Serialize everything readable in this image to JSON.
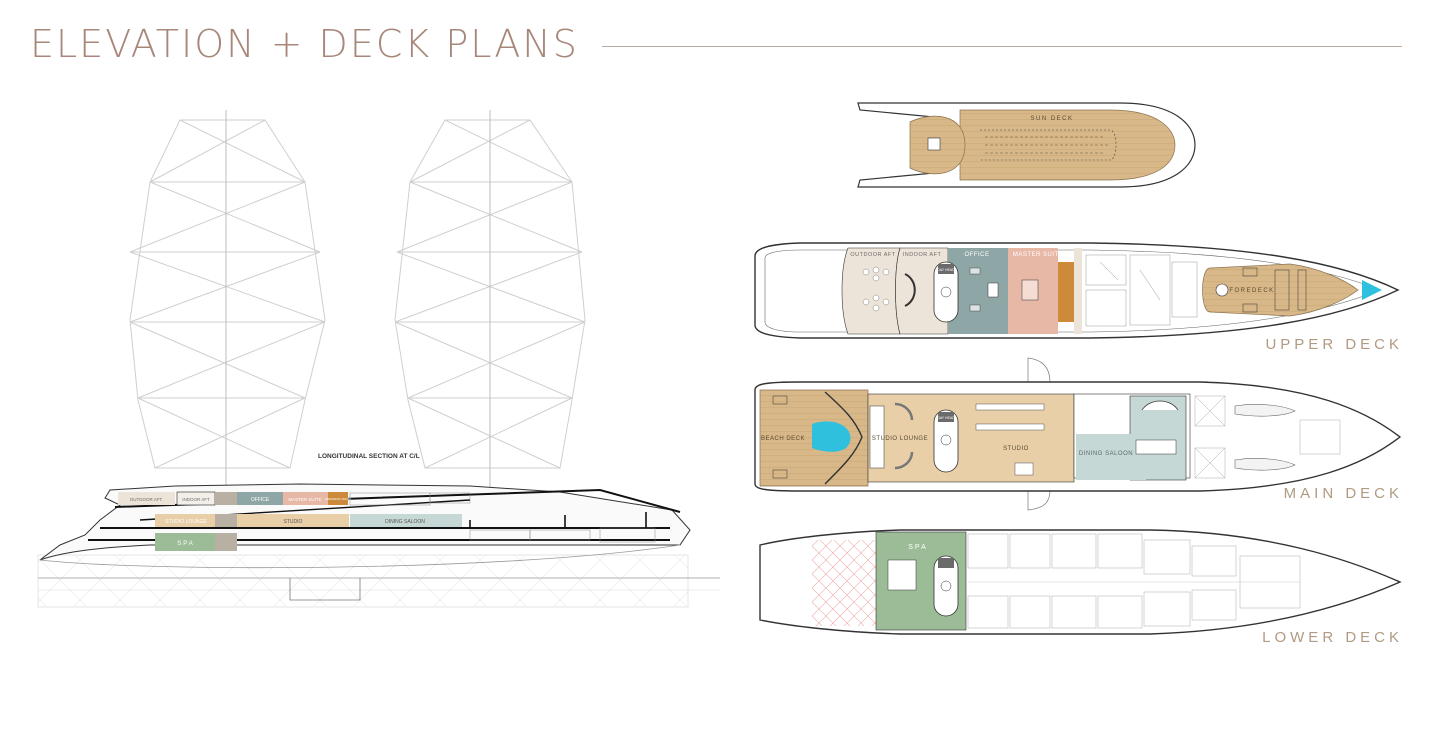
{
  "title": "ELEVATION + DECK PLANS",
  "section_label": "LONGITUDINAL SECTION AT C/L",
  "elevation": {
    "row1": [
      "OUTDOOR AFT",
      "INDOOR AFT",
      "OFFICE",
      "MASTER SUITE",
      "DRESSING ROOM"
    ],
    "row2": [
      "STUDIO LOUNGE",
      "STUDIO",
      "DINING SALOON"
    ],
    "row3": [
      "SPA"
    ]
  },
  "decks": {
    "sun": {
      "room": "SUN DECK"
    },
    "upper": {
      "label": "UPPER DECK",
      "rooms": [
        "OUTDOOR AFT",
        "INDOOR AFT",
        "OFFICE",
        "MASTER SUITE",
        "FOREDECK",
        "DAY HEAD"
      ]
    },
    "main": {
      "label": "MAIN DECK",
      "rooms": [
        "BEACH DECK",
        "STUDIO LOUNGE",
        "STUDIO",
        "DINING SALOON",
        "DAY HEAD"
      ]
    },
    "lower": {
      "label": "LOWER DECK",
      "rooms": [
        "SPA"
      ]
    }
  },
  "colors": {
    "title": "#a8877a",
    "deck_label": "#b09a82",
    "teak": "#d8b888",
    "office": "#8fa6a6",
    "master_suite": "#e8b8a6",
    "dressing": "#cc8a3a",
    "beige": "#ece4d8",
    "studio": "#e8cfa8",
    "dining": "#c6d8d6",
    "spa": "#9cbc98",
    "pool": "#2ec0dc"
  }
}
